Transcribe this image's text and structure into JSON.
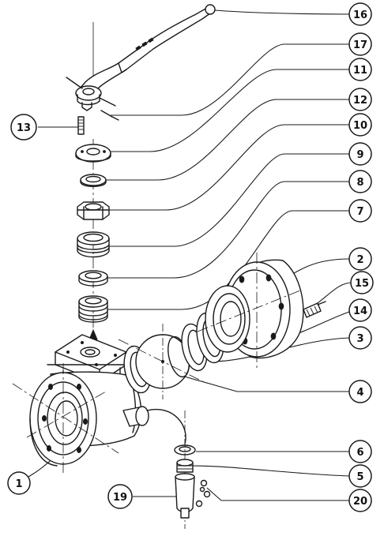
{
  "callouts": {
    "c1": "1",
    "c2": "2",
    "c3": "3",
    "c4": "4",
    "c5": "5",
    "c6": "6",
    "c7": "7",
    "c8": "8",
    "c9": "9",
    "c10": "10",
    "c11": "11",
    "c12": "12",
    "c13": "13",
    "c14": "14",
    "c15": "15",
    "c16": "16",
    "c17": "17",
    "c19": "19",
    "c20": "20"
  }
}
